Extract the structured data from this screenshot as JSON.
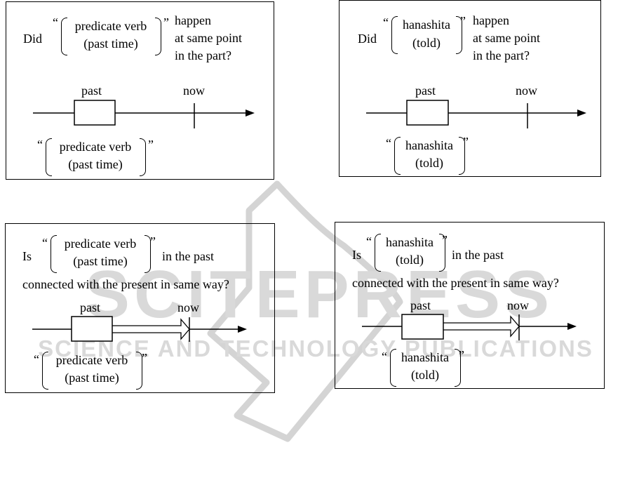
{
  "watermark": {
    "main": "SCITEPRESS",
    "sub": "SCIENCE AND TECHNOLOGY PUBLICATIONS"
  },
  "panels": [
    {
      "prefix": "Did",
      "bracket_top": [
        "predicate verb",
        "(past time)"
      ],
      "suffix_lines": [
        "happen",
        "at same point",
        "in the part?"
      ],
      "label_past": "past",
      "label_now": "now",
      "bracket_bottom": [
        "predicate verb",
        "(past time)"
      ]
    },
    {
      "prefix": "Did",
      "bracket_top": [
        "hanashita",
        "(told)"
      ],
      "suffix_lines": [
        "happen",
        "at same point",
        "in the part?"
      ],
      "label_past": "past",
      "label_now": "now",
      "bracket_bottom": [
        "hanashita",
        "(told)"
      ]
    },
    {
      "prefix": "Is",
      "bracket_top": [
        "predicate verb",
        "(past time)"
      ],
      "suffix": "in the past",
      "line2": "connected with the present in same way?",
      "label_past": "past",
      "label_now": "now",
      "bracket_bottom": [
        "predicate verb",
        "(past time)"
      ]
    },
    {
      "prefix": "Is",
      "bracket_top": [
        "hanashita",
        "(told)"
      ],
      "suffix": "in the past",
      "line2": "connected with the present in same way?",
      "label_past": "past",
      "label_now": "now",
      "bracket_bottom": [
        "hanashita",
        "(told)"
      ]
    }
  ],
  "quote_open": "“",
  "quote_close": "”"
}
